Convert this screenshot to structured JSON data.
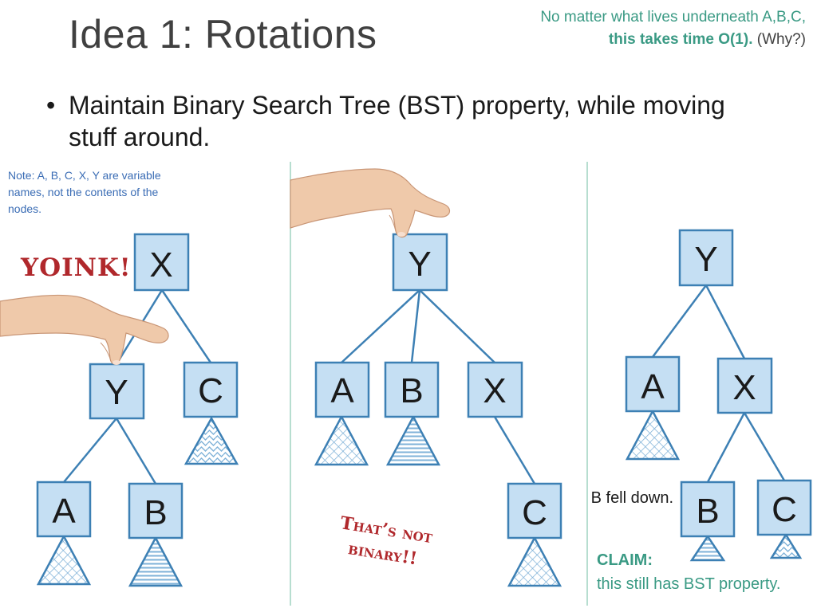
{
  "title": "Idea 1: Rotations",
  "top_note": {
    "line1": "No matter what lives underneath A,B,C,",
    "line2_bold": "this takes time O(1).",
    "line2_rest": "(Why?)"
  },
  "bullet": "Maintain Binary Search Tree (BST) property, while moving stuff around.",
  "side_note": "Note: A, B, C, X, Y are variable names, not the contents of the nodes.",
  "yoink": "YOINK!",
  "not_binary": "That’s not binary!!",
  "b_fell": "B fell down.",
  "claim": {
    "label": "CLAIM:",
    "text": "this still has BST property."
  },
  "colors": {
    "node_fill": "#c5dff3",
    "node_stroke": "#3d80b4",
    "edge": "#3d80b4",
    "divider": "#9fd3c1",
    "accent_red": "#b0282c",
    "accent_green": "#3a9a84"
  },
  "icons": [
    "hand-icon-left",
    "hand-icon-middle"
  ],
  "trees": {
    "left": {
      "x_label": "X",
      "y_label": "Y",
      "a_label": "A",
      "b_label": "B",
      "c_label": "C"
    },
    "middle": {
      "y_label": "Y",
      "a_label": "A",
      "b_label": "B",
      "x_label": "X",
      "c_label": "C"
    },
    "right": {
      "y_label": "Y",
      "a_label": "A",
      "x_label": "X",
      "b_label": "B",
      "c_label": "C"
    }
  }
}
